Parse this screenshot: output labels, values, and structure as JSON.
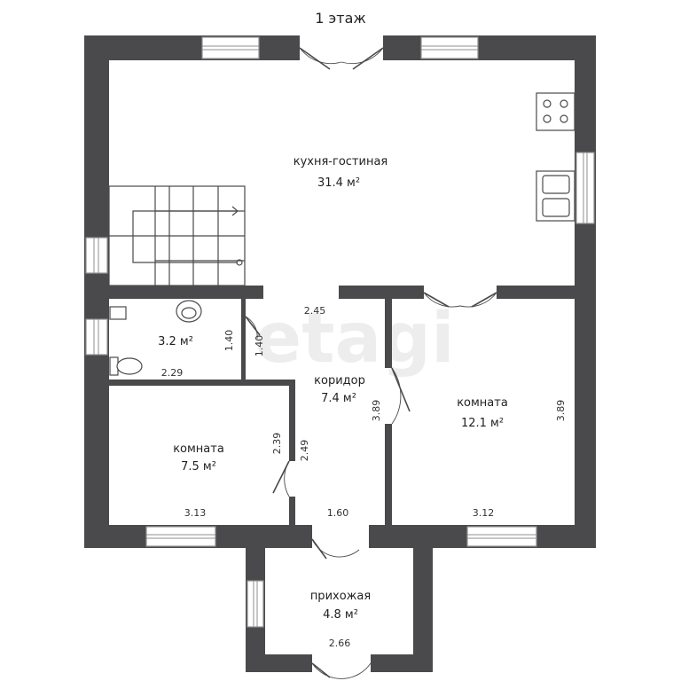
{
  "title": "1 этаж",
  "watermark": "etagi",
  "rooms": [
    {
      "name": "кухня-гостиная",
      "area": "31.4 м²"
    },
    {
      "name": "",
      "area": "3.2 м²"
    },
    {
      "name": "коридор",
      "area": "7.4 м²"
    },
    {
      "name": "комната",
      "area": "12.1 м²"
    },
    {
      "name": "комната",
      "area": "7.5 м²"
    },
    {
      "name": "прихожая",
      "area": "4.8 м²"
    }
  ],
  "dimensions": {
    "corridor_top": "2.45",
    "bath_right": "1.40",
    "corridor_left_upper": "1.40",
    "bath_bottom": "2.29",
    "room_right_left": "3.89",
    "room_right_right": "3.89",
    "room_left_right": "2.39",
    "corridor_left_lower": "2.49",
    "room_left_bottom": "3.13",
    "corridor_bottom": "1.60",
    "room_right_bottom": "3.12",
    "hall_bottom": "2.66"
  }
}
